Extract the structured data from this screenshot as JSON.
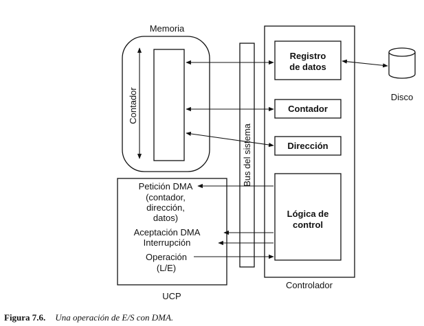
{
  "memory": {
    "title": "Memoria",
    "counter_label": "Contador"
  },
  "bus": {
    "label": "Bus del sistema"
  },
  "controller": {
    "title": "Controlador",
    "data_register": [
      "Registro",
      "de datos"
    ],
    "counter": "Contador",
    "address": "Dirección",
    "control_logic": [
      "Lógica de",
      "control"
    ]
  },
  "disk": {
    "label": "Disco"
  },
  "cpu": {
    "title": "UCP",
    "dma_request": [
      "Petición DMA",
      "(contador,",
      "dirección,",
      "datos)"
    ],
    "dma_ack": "Aceptación DMA",
    "interrupt": "Interrupción",
    "operation": [
      "Operación",
      "(L/E)"
    ]
  },
  "caption": {
    "number": "Figura 7.6.",
    "text": "Una operación de E/S con DMA."
  }
}
